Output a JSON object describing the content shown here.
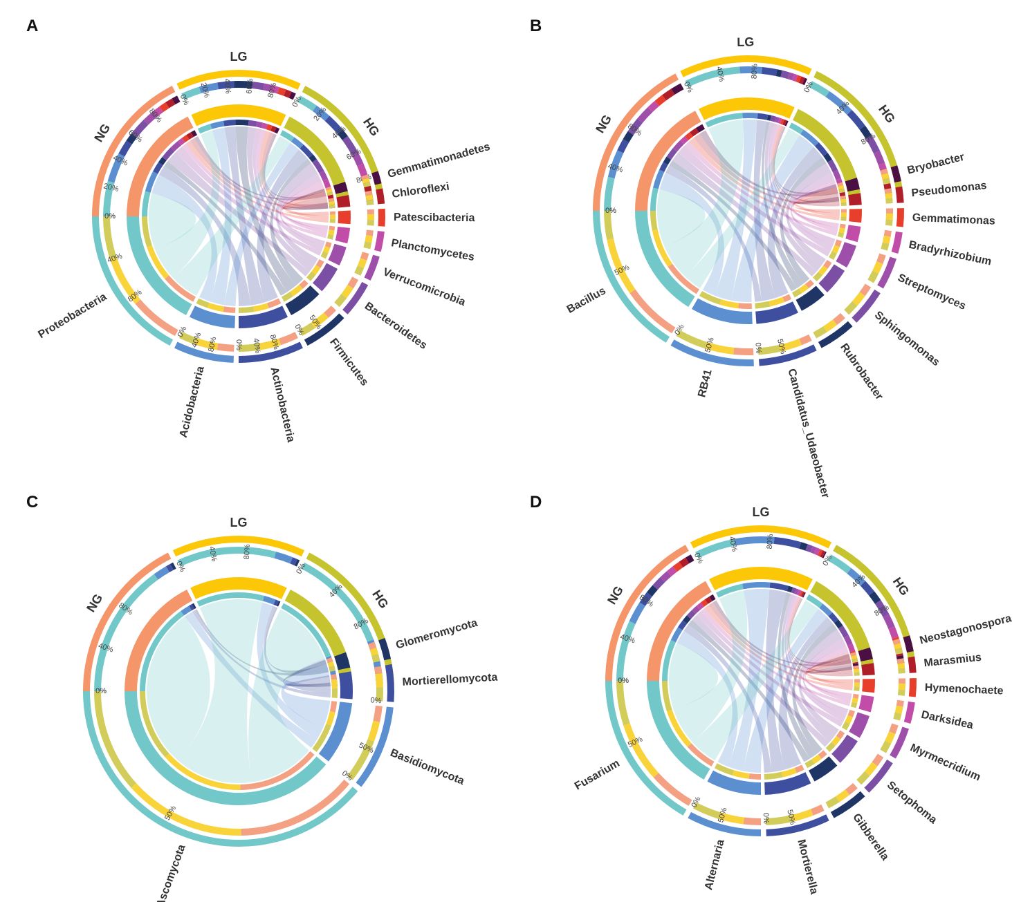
{
  "colors": {
    "NG": "#F4956A",
    "LG": "#FBC707",
    "HG": "#C6C42E",
    "taxa": [
      "#72C8C8",
      "#5B8FD0",
      "#3F4FA0",
      "#1F3566",
      "#7B4FA3",
      "#9E4FA9",
      "#C24DA8",
      "#E83E2C",
      "#B01E2A",
      "#4A1044"
    ],
    "grp_mix": [
      "#F4A183",
      "#F9D33A",
      "#D2CC5A"
    ]
  },
  "panels": [
    {
      "letter": "A",
      "groups": [
        {
          "name": "NG",
          "ticks": [
            "0%",
            "20%",
            "40%",
            "60%",
            "80%"
          ],
          "comp": [
            24,
            20,
            10,
            6,
            12,
            9,
            5,
            5,
            5,
            4
          ]
        },
        {
          "name": "LG",
          "ticks": [
            "0%",
            "20%",
            "40%",
            "60%",
            "80%"
          ],
          "comp": [
            16,
            16,
            14,
            16,
            10,
            7,
            6,
            6,
            5,
            4
          ]
        },
        {
          "name": "HG",
          "ticks": [
            "0%",
            "20%",
            "40%",
            "60%",
            "80%"
          ],
          "comp": [
            14,
            12,
            14,
            6,
            14,
            9,
            9,
            8,
            8,
            6
          ]
        }
      ],
      "taxa": [
        {
          "name": "Proteobacteria",
          "ticks": [
            "0%",
            "40%",
            "80%"
          ],
          "split": [
            35,
            35,
            30
          ]
        },
        {
          "name": "Acidobacteria",
          "ticks": [
            "0%",
            "40%",
            "80%"
          ],
          "split": [
            30,
            40,
            30
          ]
        },
        {
          "name": "Actinobacteria",
          "ticks": [
            "0%",
            "40%",
            "80%"
          ],
          "split": [
            30,
            35,
            35
          ]
        },
        {
          "name": "Firmicutes",
          "ticks": [
            "0%",
            "50%"
          ],
          "split": [
            25,
            40,
            35
          ]
        },
        {
          "name": "Bacteroidetes",
          "ticks": [],
          "split": [
            30,
            35,
            35
          ]
        },
        {
          "name": "Verrucomicrobia",
          "ticks": [],
          "split": [
            30,
            35,
            35
          ]
        },
        {
          "name": "Planctomycetes",
          "ticks": [],
          "split": [
            30,
            35,
            35
          ]
        },
        {
          "name": "Patescibacteria",
          "ticks": [],
          "split": [
            30,
            35,
            35
          ]
        },
        {
          "name": "Chloroflexi",
          "ticks": [],
          "split": [
            30,
            35,
            35
          ]
        },
        {
          "name": "Gemmatimonadetes",
          "ticks": [],
          "split": [
            30,
            35,
            35
          ]
        }
      ]
    },
    {
      "letter": "B",
      "groups": [
        {
          "name": "NG",
          "ticks": [
            "0%",
            "40%",
            "80%"
          ],
          "comp": [
            22,
            18,
            8,
            6,
            10,
            10,
            6,
            6,
            7,
            7
          ]
        },
        {
          "name": "LG",
          "ticks": [
            "0%",
            "40%",
            "80%"
          ],
          "comp": [
            45,
            18,
            12,
            4,
            6,
            4,
            3,
            3,
            3,
            2
          ]
        },
        {
          "name": "HG",
          "ticks": [
            "0%",
            "40%",
            "80%"
          ],
          "comp": [
            14,
            20,
            14,
            8,
            12,
            9,
            7,
            6,
            5,
            5
          ]
        }
      ],
      "taxa": [
        {
          "name": "Bacillus",
          "ticks": [
            "0%",
            "50%"
          ],
          "split": [
            40,
            40,
            20
          ]
        },
        {
          "name": "RB41",
          "ticks": [
            "0%",
            "50%"
          ],
          "split": [
            25,
            35,
            40
          ]
        },
        {
          "name": "Candidatus_Udaeobacter",
          "ticks": [
            "0%",
            "50%"
          ],
          "split": [
            20,
            40,
            40
          ]
        },
        {
          "name": "Rubrobacter",
          "ticks": [],
          "split": [
            30,
            35,
            35
          ]
        },
        {
          "name": "Sphingomonas",
          "ticks": [],
          "split": [
            30,
            35,
            35
          ]
        },
        {
          "name": "Streptomyces",
          "ticks": [],
          "split": [
            30,
            35,
            35
          ]
        },
        {
          "name": "Bradyrhizobium",
          "ticks": [],
          "split": [
            30,
            35,
            35
          ]
        },
        {
          "name": "Gemmatimonas",
          "ticks": [],
          "split": [
            30,
            35,
            35
          ]
        },
        {
          "name": "Pseudomonas",
          "ticks": [],
          "split": [
            30,
            35,
            35
          ]
        },
        {
          "name": "Bryobacter",
          "ticks": [],
          "split": [
            30,
            35,
            35
          ]
        }
      ]
    },
    {
      "letter": "C",
      "groups": [
        {
          "name": "NG",
          "ticks": [
            "0%",
            "40%",
            "80%"
          ],
          "comp": [
            86,
            9,
            3,
            2
          ]
        },
        {
          "name": "LG",
          "ticks": [
            "0%",
            "40%",
            "80%"
          ],
          "comp": [
            80,
            14,
            4,
            2
          ]
        },
        {
          "name": "HG",
          "ticks": [
            "0%",
            "40%",
            "80%"
          ],
          "comp": [
            70,
            20,
            6,
            4
          ]
        }
      ],
      "taxa": [
        {
          "name": "Ascomycota",
          "ticks": [
            "0%",
            "50%"
          ],
          "split": [
            35,
            35,
            30
          ]
        },
        {
          "name": "Basidiomycota",
          "ticks": [
            "0%",
            "50%"
          ],
          "split": [
            20,
            25,
            55
          ]
        },
        {
          "name": "Mortierellomycota",
          "ticks": [
            "0%"
          ],
          "split": [
            20,
            40,
            40
          ]
        },
        {
          "name": "Glomeromycota",
          "ticks": [],
          "split": [
            30,
            35,
            35
          ]
        }
      ],
      "taxa_colors": [
        "#72C8C8",
        "#5B8FD0",
        "#3F4FA0",
        "#1F3566"
      ]
    },
    {
      "letter": "D",
      "groups": [
        {
          "name": "NG",
          "ticks": [
            "0%",
            "40%",
            "80%"
          ],
          "comp": [
            40,
            14,
            8,
            6,
            7,
            6,
            5,
            5,
            5,
            4
          ]
        },
        {
          "name": "LG",
          "ticks": [
            "0%",
            "40%",
            "80%"
          ],
          "comp": [
            30,
            30,
            20,
            5,
            4,
            3,
            3,
            2,
            2,
            1
          ]
        },
        {
          "name": "HG",
          "ticks": [
            "0%",
            "40%",
            "80%"
          ],
          "comp": [
            18,
            14,
            10,
            8,
            12,
            10,
            8,
            8,
            6,
            6
          ]
        }
      ],
      "taxa": [
        {
          "name": "Fusarium",
          "ticks": [
            "0%",
            "50%"
          ],
          "split": [
            30,
            40,
            30
          ]
        },
        {
          "name": "Alternaria",
          "ticks": [
            "0%",
            "50%"
          ],
          "split": [
            25,
            35,
            40
          ]
        },
        {
          "name": "Mortierella",
          "ticks": [
            "0%",
            "50%"
          ],
          "split": [
            20,
            35,
            45
          ]
        },
        {
          "name": "Gibberella",
          "ticks": [],
          "split": [
            30,
            35,
            35
          ]
        },
        {
          "name": "Setophoma",
          "ticks": [],
          "split": [
            30,
            35,
            35
          ]
        },
        {
          "name": "Myrmecridium",
          "ticks": [],
          "split": [
            30,
            35,
            35
          ]
        },
        {
          "name": "Darksidea",
          "ticks": [],
          "split": [
            30,
            35,
            35
          ]
        },
        {
          "name": "Hymenochaete",
          "ticks": [],
          "split": [
            30,
            35,
            35
          ]
        },
        {
          "name": "Marasmius",
          "ticks": [],
          "split": [
            30,
            35,
            35
          ]
        },
        {
          "name": "Neostagonospora",
          "ticks": [],
          "split": [
            30,
            35,
            35
          ]
        }
      ]
    }
  ]
}
